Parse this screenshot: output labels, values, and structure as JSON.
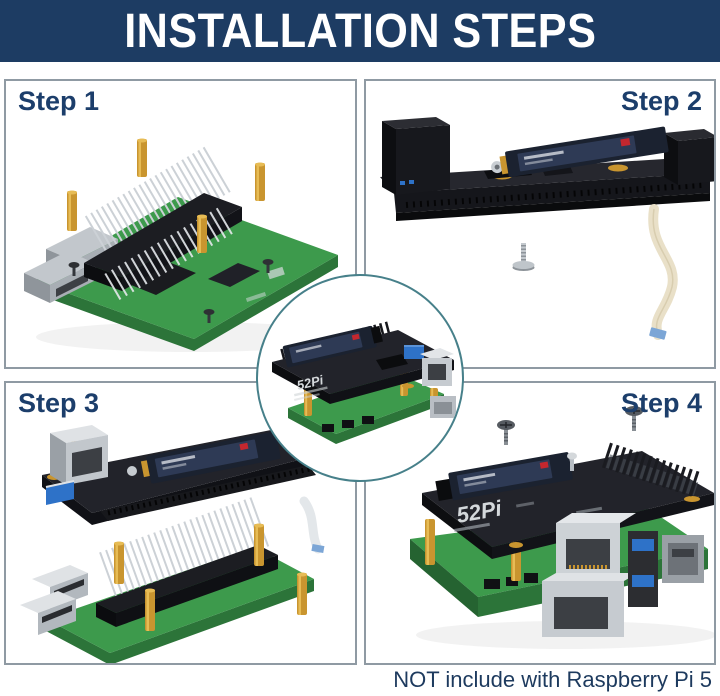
{
  "title": "INSTALLATION STEPS",
  "steps": [
    {
      "label": "Step 1"
    },
    {
      "label": "Step 2"
    },
    {
      "label": "Step 3"
    },
    {
      "label": "Step 4"
    }
  ],
  "footer_note": "NOT include with Raspberry Pi 5",
  "board_brand": "52Pi",
  "colors": {
    "banner_navy": "#1d3c63",
    "label_navy": "#1c3e6b",
    "footer_navy": "#1d3a5e",
    "panel_border": "#8f9aa3",
    "circle_border": "#47808a",
    "pcb_green": "#3d9a4c",
    "pcb_green_dark": "#2c7439",
    "board_black": "#22232a",
    "board_black_dark": "#101116",
    "gold": "#c9952f",
    "gold_light": "#e7bc55",
    "pin_silver": "#ccd1d6",
    "metal_silver": "#c2c7cc",
    "metal_dark": "#3c3f44",
    "usb_blue": "#2e72c8",
    "ssd_body": "#1b2230",
    "ssd_label": "#2e3a55",
    "accent_red": "#c4272e",
    "ffc_cream": "#e9e0c8",
    "ffc_blue": "#7ca6d6",
    "screw_dark": "#2e3034",
    "screw_silver": "#b7bdc3"
  }
}
